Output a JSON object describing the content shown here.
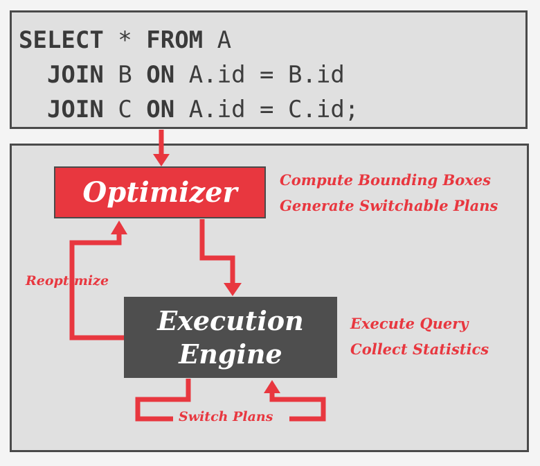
{
  "query": {
    "line1": {
      "kw1": "SELECT",
      "t1": " * ",
      "kw2": "FROM",
      "t2": " A"
    },
    "line2": {
      "indent": "  ",
      "kw1": "JOIN",
      "t1": " B ",
      "kw2": "ON",
      "t2": " A.id = B.id"
    },
    "line3": {
      "indent": "  ",
      "kw1": "JOIN",
      "t1": " C ",
      "kw2": "ON",
      "t2": " A.id = C.id;"
    }
  },
  "optimizer": {
    "label": "Optimizer",
    "notes": [
      "Compute Bounding Boxes",
      "Generate Switchable Plans"
    ]
  },
  "engine": {
    "label_line1": "Execution",
    "label_line2": "Engine",
    "notes": [
      "Execute Query",
      "Collect Statistics"
    ]
  },
  "edges": {
    "reoptimize": "Reoptimize",
    "switch_plans": "Switch Plans"
  },
  "colors": {
    "accent_red": "#e8373f",
    "engine_gray": "#4e4e4e",
    "panel_gray": "#e0e0e0",
    "border": "#4a4a4a"
  }
}
